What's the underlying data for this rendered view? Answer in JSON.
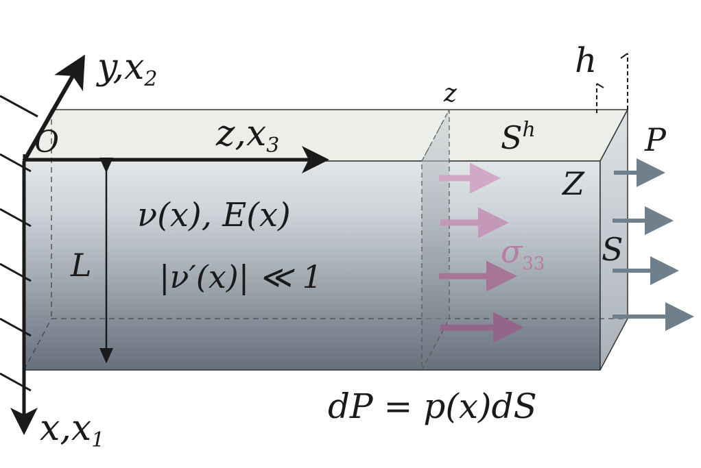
{
  "axes": {
    "y_label": "y,",
    "y_sub": "x",
    "y_idx": "2",
    "x_label": "x,",
    "x_sub": "x",
    "x_idx": "1",
    "z_label": "z,",
    "z_sub": "x",
    "z_idx": "3",
    "origin": "O"
  },
  "beam": {
    "length_label": "L",
    "thickness_label": "h",
    "poisson": "ν(x),  E(x)",
    "condition": "|ν′(x)| ≪ 1",
    "section_label_top": "z",
    "section_label_end": "Z",
    "end_surface_label": "S",
    "surface_S_h": "S",
    "surface_S_h_sup": "h"
  },
  "loads": {
    "P": "P",
    "stress": "σ",
    "stress_sub": "33",
    "formula": "dP = p(x)dS"
  },
  "colors": {
    "top_face": "#ecefea",
    "front_dark": "#6d7884",
    "front_light": "#dde2e4",
    "end_face": "#b9c0c6",
    "arrow_gray": "#6f7f8b",
    "arrow_pink": "#b47fa7",
    "axis": "#1a1a1a"
  }
}
